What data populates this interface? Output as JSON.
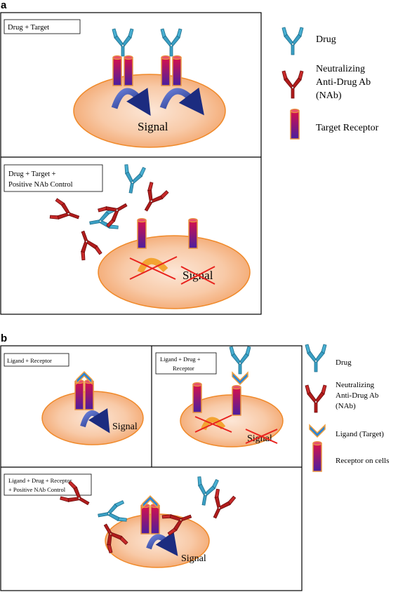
{
  "panel_a": {
    "tag": "a",
    "top_box_label": "Drug + Target",
    "top_signal": "Signal",
    "bottom_box_label_line1": "Drug + Target +",
    "bottom_box_label_line2": "Positive NAb Control",
    "bottom_signal": "Signal",
    "legend": {
      "drug": "Drug",
      "nab_line1": "Neutralizing",
      "nab_line2": "Anti-Drug Ab",
      "nab_line3": "(NAb)",
      "receptor": "Target Receptor"
    }
  },
  "panel_b": {
    "tag": "b",
    "box1_label": "Ligand + Receptor",
    "box1_signal": "Signal",
    "box2_label_line1": "Ligand + Drug +",
    "box2_label_line2": "Receptor",
    "box2_signal": "Signal",
    "box3_label_line1": "Ligand + Drug + Receptor",
    "box3_label_line2": "+ Positive NAb Control",
    "box3_signal": "Signal",
    "legend": {
      "drug": "Drug",
      "nab_line1": "Neutralizing",
      "nab_line2": "Anti-Drug Ab",
      "nab_line3": "(NAb)",
      "ligand": "Ligand (Target)",
      "receptor": "Receptor on cells"
    }
  },
  "colors": {
    "drug": "#3a9fc4",
    "nab": "#b01c1c",
    "receptor_top": "#d0104a",
    "receptor_bottom": "#4a1ea0",
    "receptor_border": "#e89440",
    "cell_center": "#fadcc4",
    "cell_edge": "#f2a368",
    "cell_border": "#f08a2a",
    "signal_arrow": "#2c3f98",
    "blocked_arrow": "#f3a432",
    "cross": "#e8231e",
    "ligand": "#2a84d6",
    "ligand_border": "#f0a040"
  }
}
